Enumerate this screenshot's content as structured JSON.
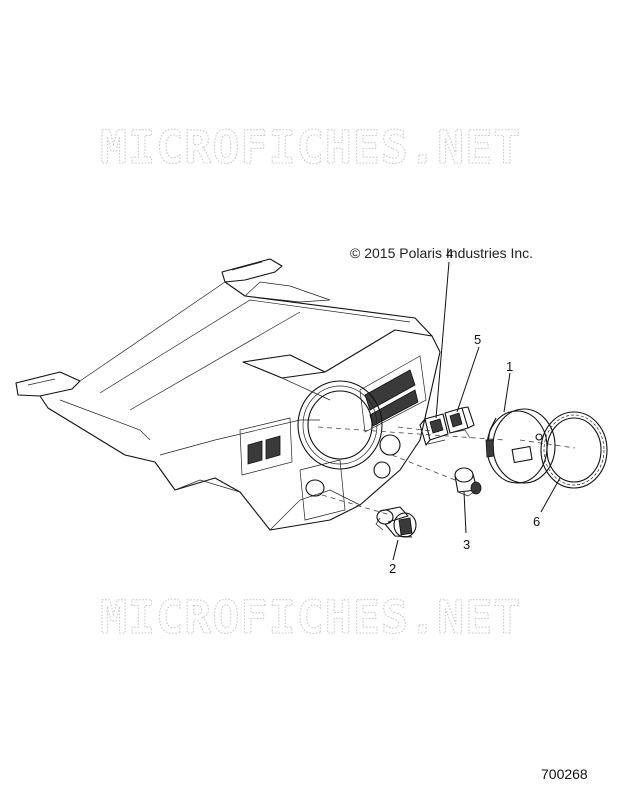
{
  "watermark": {
    "top": "MICROFICHES.NET",
    "bottom": "MICROFICHES.NET"
  },
  "copyright": "© 2015 Polaris Industries Inc.",
  "drawing_number": "700268",
  "callouts": [
    "1",
    "2",
    "3",
    "4",
    "5",
    "6"
  ]
}
